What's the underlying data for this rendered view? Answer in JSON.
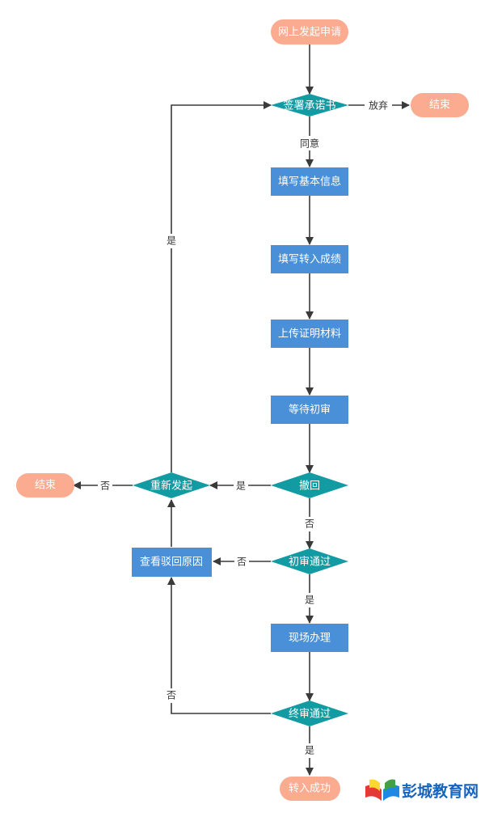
{
  "colors": {
    "terminal": "#fbab8f",
    "process": "#4a90d9",
    "decision": "#139ba3",
    "arrow": "#3a3a3a",
    "logo_text": "#1565c0"
  },
  "nodes": {
    "start": "网上发起申请",
    "sign": "签署承诺书",
    "end_right": "结束",
    "fill_basic": "填写基本信息",
    "fill_scores": "填写转入成绩",
    "upload": "上传证明材料",
    "wait": "等待初审",
    "withdraw": "撤回",
    "restart": "重新发起",
    "end_left": "结束",
    "first_pass": "初审通过",
    "view_reason": "查看驳回原因",
    "onsite": "现场办理",
    "final_pass": "终审通过",
    "success": "转入成功"
  },
  "edges": {
    "give_up": "放弃",
    "agree": "同意",
    "restart_yes": "是",
    "restart_no": "否",
    "withdraw_yes": "是",
    "withdraw_no": "否",
    "first_no": "否",
    "first_yes": "是",
    "final_no": "否",
    "final_yes": "是"
  },
  "logo": {
    "icon": "book-icon",
    "text": "彭城教育网"
  }
}
